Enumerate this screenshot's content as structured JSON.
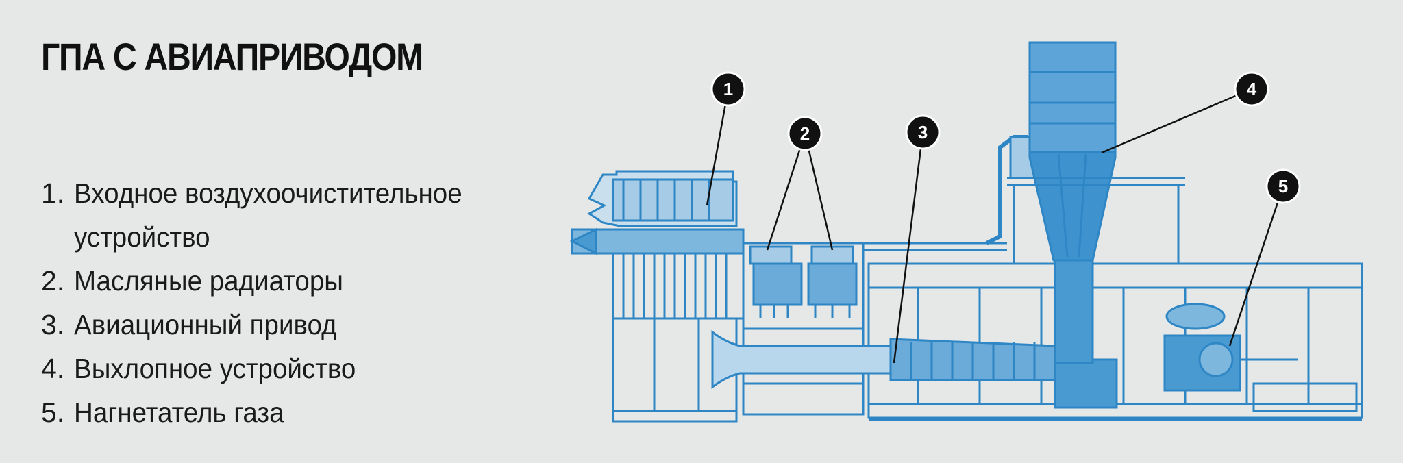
{
  "title": "ГПА С АВИАПРИВОДОМ",
  "legend": [
    {
      "num": "1.",
      "text": "Входное воздухоочистительное устройство"
    },
    {
      "num": "2.",
      "text": "Масляные радиаторы"
    },
    {
      "num": "3.",
      "text": "Авиационный привод"
    },
    {
      "num": "4.",
      "text": "Выхлопное устройство"
    },
    {
      "num": "5.",
      "text": "Нагнетатель газа"
    }
  ],
  "callouts": [
    "1",
    "2",
    "3",
    "4",
    "5"
  ],
  "colors": {
    "background": "#e6e8e8",
    "blueprint": "#2f86c4",
    "blueprint_light": "#7db7de",
    "callout": "#111111"
  }
}
